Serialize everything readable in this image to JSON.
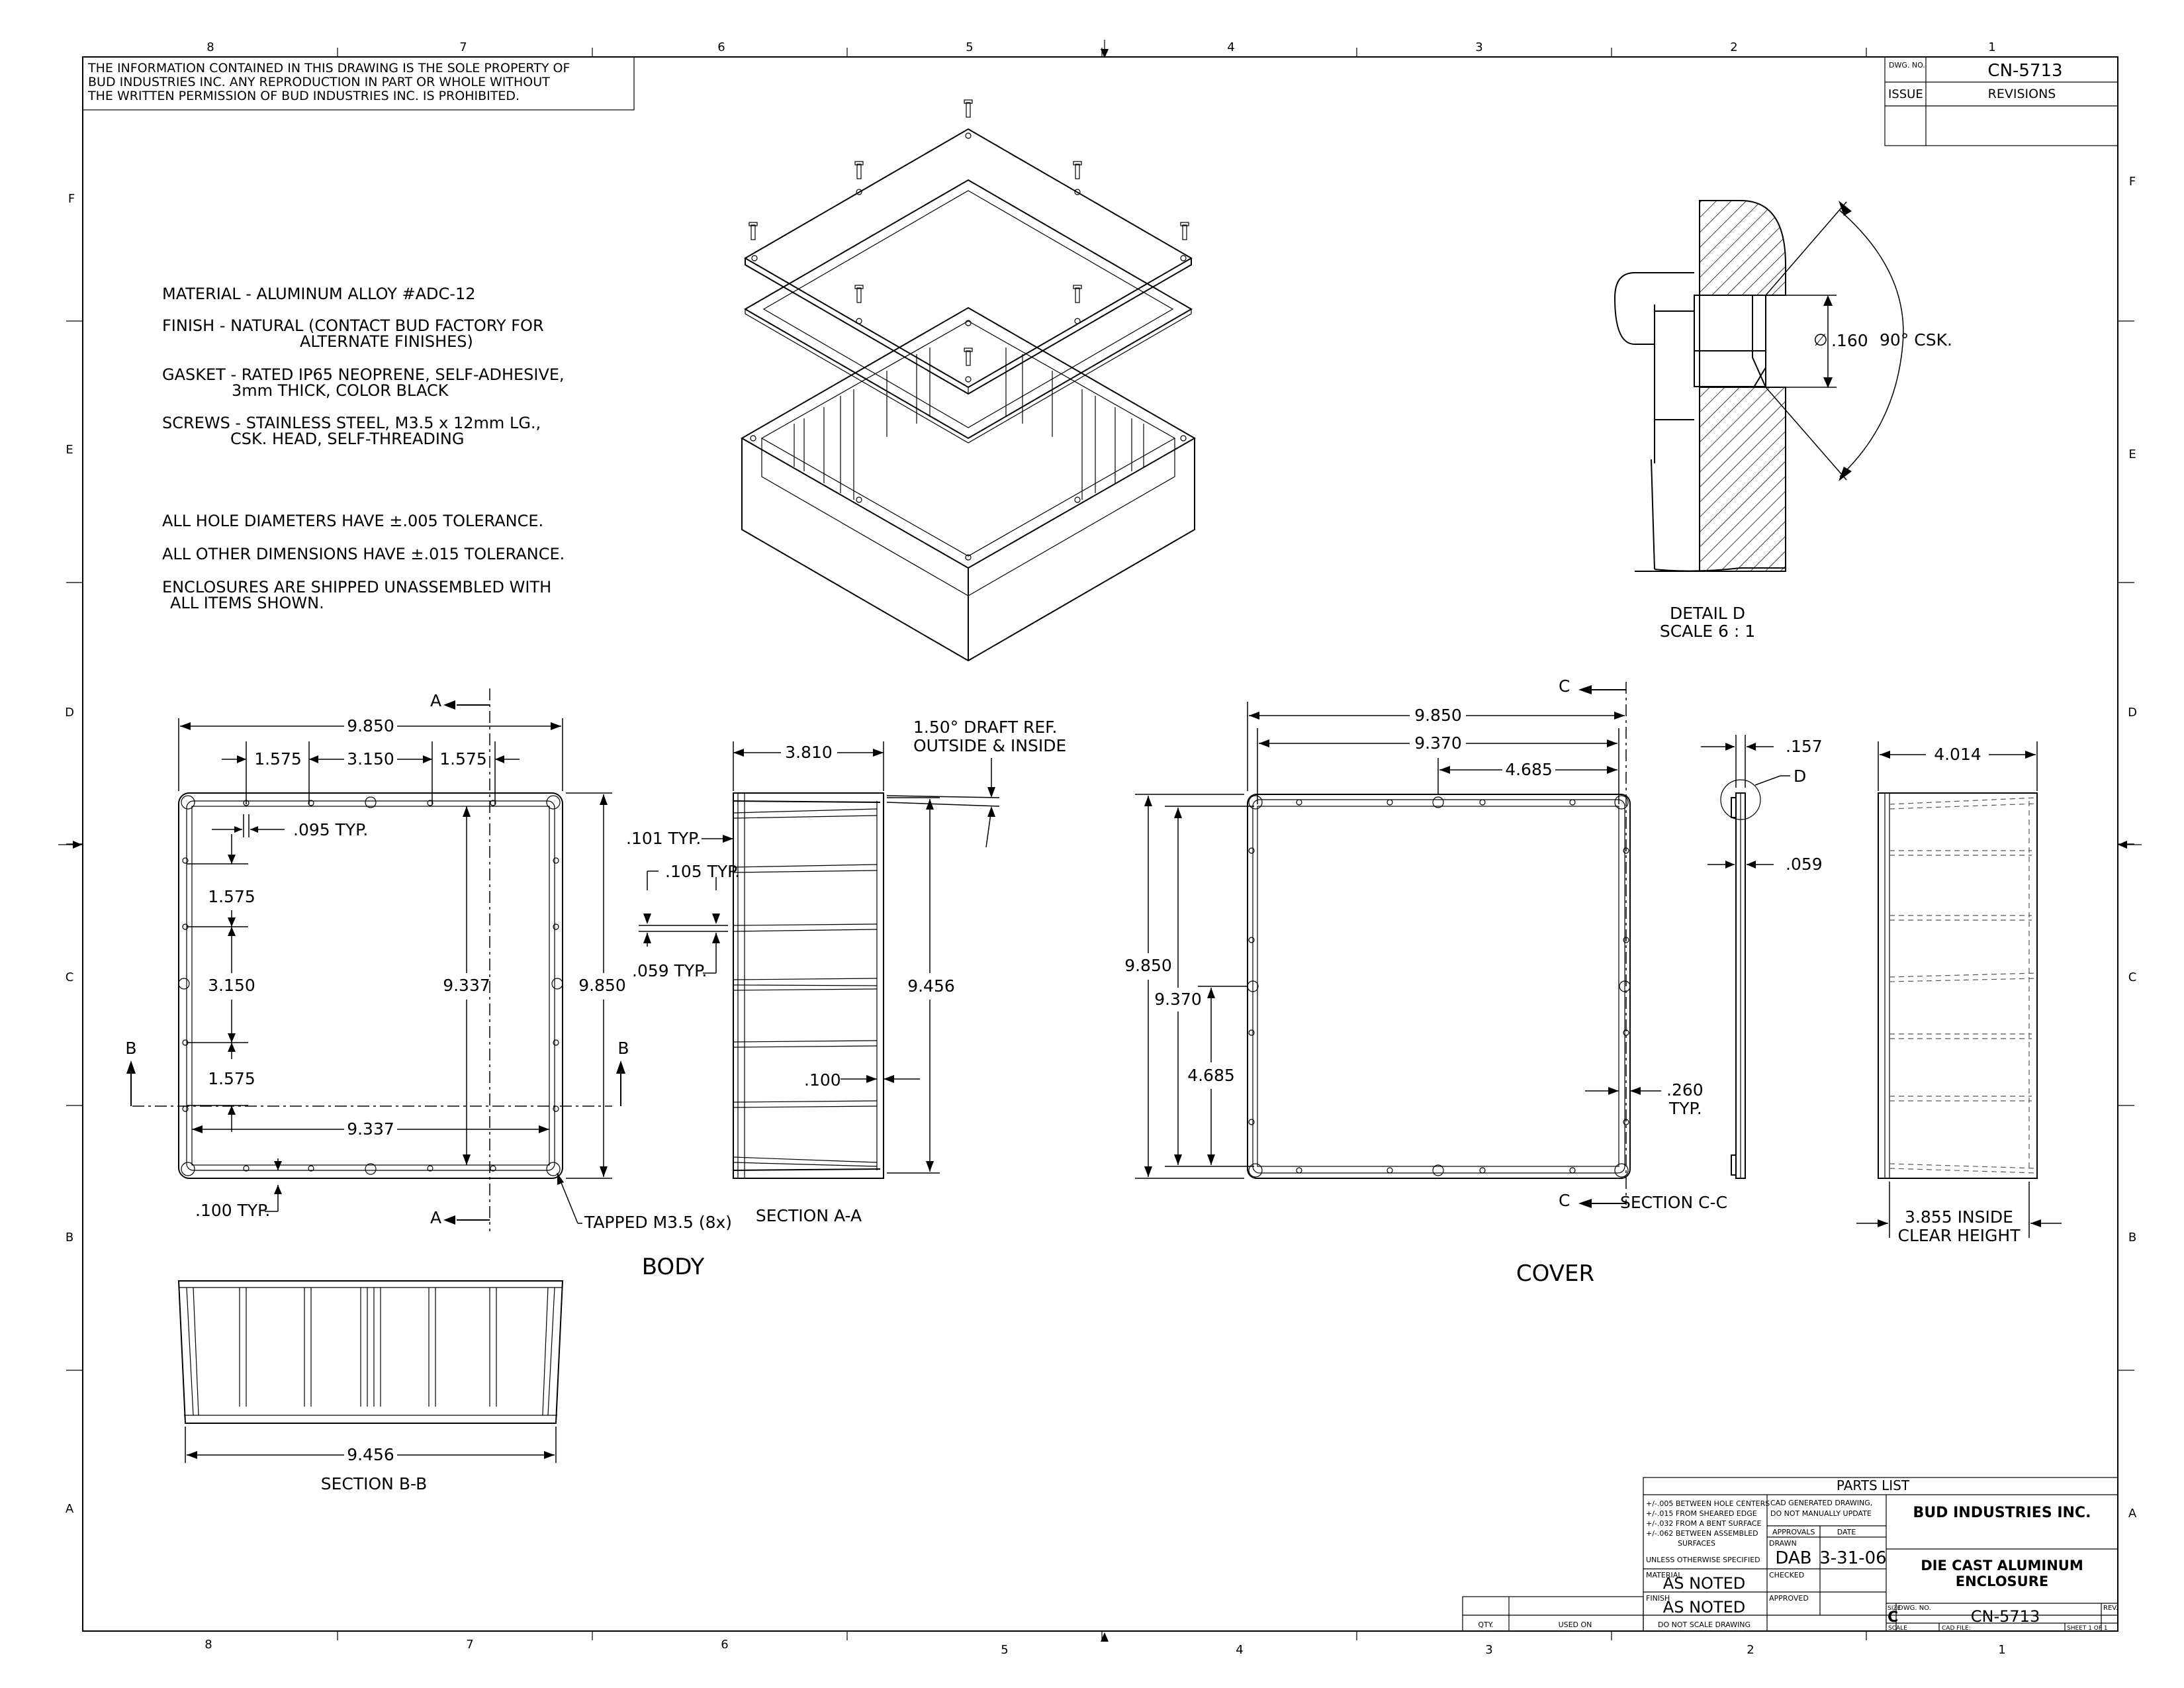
{
  "drawing": {
    "proprietary_notice": [
      "THE INFORMATION CONTAINED IN THIS DRAWING IS THE SOLE PROPERTY OF",
      "BUD INDUSTRIES INC. ANY REPRODUCTION IN PART OR WHOLE WITHOUT",
      "THE WRITTEN PERMISSION OF BUD INDUSTRIES INC. IS PROHIBITED."
    ],
    "zones_top": [
      "8",
      "7",
      "6",
      "5",
      "4",
      "3",
      "2",
      "1"
    ],
    "zones_bottom": [
      "8",
      "7",
      "6",
      "5",
      "4",
      "3",
      "2",
      "1"
    ],
    "zones_side": [
      "F",
      "E",
      "D",
      "C",
      "B",
      "A"
    ]
  },
  "revision_block": {
    "dwg_no_label": "DWG. NO.",
    "dwg_no": "CN-5713",
    "issue_label": "ISSUE",
    "revisions_label": "REVISIONS"
  },
  "notes": {
    "material": "MATERIAL - ALUMINUM ALLOY #ADC-12",
    "finish_1": "FINISH - NATURAL (CONTACT BUD FACTORY FOR",
    "finish_2": "ALTERNATE FINISHES)",
    "gasket_1": "GASKET - RATED IP65 NEOPRENE, SELF-ADHESIVE,",
    "gasket_2": "3mm THICK, COLOR BLACK",
    "screws_1": "SCREWS - STAINLESS STEEL, M3.5 x 12mm LG.,",
    "screws_2": "CSK. HEAD, SELF-THREADING",
    "hole_tol": "ALL HOLE DIAMETERS HAVE ±.005 TOLERANCE.",
    "other_tol": "ALL OTHER DIMENSIONS HAVE ±.015 TOLERANCE.",
    "shipped_1": "ENCLOSURES ARE SHIPPED UNASSEMBLED WITH",
    "shipped_2": "ALL ITEMS SHOWN."
  },
  "detail_d": {
    "diameter": ".160",
    "countersink": "90° CSK.",
    "title": "DETAIL D",
    "scale": "SCALE 6 : 1"
  },
  "body_view": {
    "overall_width": "9.850",
    "hole_1575_a": "1.575",
    "hole_3150": "3.150",
    "hole_1575_b": "1.575",
    "slot_typ": ".095 TYP.",
    "v_1575_a": "1.575",
    "v_3150": "3.150",
    "v_1575_b": "1.575",
    "inner_height": "9.337",
    "overall_height": "9.850",
    "inner_width": "9.337",
    "wall_typ": ".100 TYP.",
    "tapped": "TAPPED M3.5 (8x)",
    "label": "BODY",
    "sec_a": "A",
    "sec_b": "B"
  },
  "section_aa": {
    "depth": "3.810",
    "draft_1": "1.50° DRAFT REF.",
    "draft_2": "OUTSIDE & INSIDE",
    "rib_101": ".101 TYP.",
    "rib_105": ".105 TYP.",
    "rib_059": ".059 TYP.",
    "height": "9.456",
    "floor": ".100",
    "title": "SECTION A-A"
  },
  "cover_view": {
    "overall_width": "9.850",
    "inner_width": "9.370",
    "half_width": "4.685",
    "overall_height": "9.850",
    "inner_height": "9.370",
    "half_height": "4.685",
    "lip_1": ".260",
    "lip_2": "TYP.",
    "label": "COVER",
    "sec_c": "C"
  },
  "section_cc": {
    "thickness": ".157",
    "detail_ref": "D",
    "lip": ".059",
    "title": "SECTION C-C"
  },
  "side_view": {
    "depth": "4.014",
    "inside_1": "3.855 INSIDE",
    "inside_2": "CLEAR HEIGHT"
  },
  "section_bb": {
    "width": "9.456",
    "title": "SECTION B-B"
  },
  "title_block": {
    "parts_list": "PARTS LIST",
    "tol_1": "+/-.005 BETWEEN HOLE CENTERS",
    "tol_2": "+/-.015 FROM SHEARED EDGE",
    "tol_3": "+/-.032 FROM A BENT SURFACE",
    "tol_4": "+/-.062 BETWEEN ASSEMBLED",
    "tol_5": "SURFACES",
    "unless": "UNLESS OTHERWISE SPECIFIED",
    "cad_1": "CAD GENERATED DRAWING,",
    "cad_2": "DO NOT MANUALLY UPDATE",
    "approvals": "APPROVALS",
    "date": "DATE",
    "drawn": "DRAWN",
    "drawn_by": "DAB",
    "drawn_date": "3-31-06",
    "checked": "CHECKED",
    "approved": "APPROVED",
    "material_label": "MATERIAL",
    "material": "AS NOTED",
    "finish_label": "FINISH",
    "finish": "AS NOTED",
    "no_scale": "DO NOT SCALE DRAWING",
    "company": "BUD INDUSTRIES INC.",
    "part_1": "DIE CAST ALUMINUM",
    "part_2": "ENCLOSURE",
    "size_label": "SIZE",
    "size": "C",
    "dwg_no_label": "DWG. NO.",
    "dwg_no": "CN-5713",
    "rev_label": "REV.",
    "scale_label": "SCALE",
    "cad_file_label": "CAD FILE:",
    "sheet": "SHEET 1 OF 1",
    "qty": "QTY.",
    "used_on": "USED ON"
  }
}
